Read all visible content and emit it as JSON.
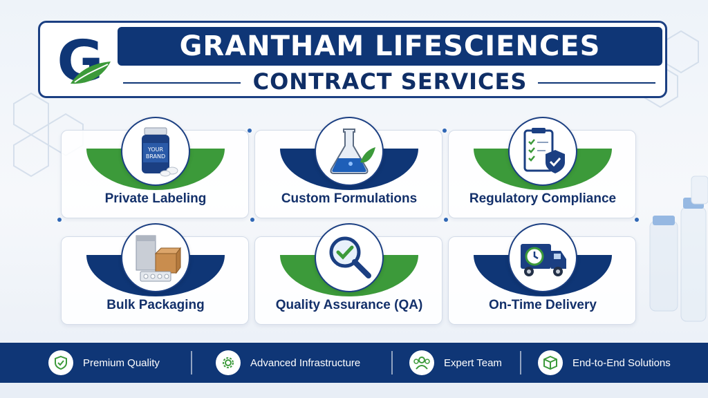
{
  "header": {
    "title": "GRANTHAM LIFESCIENCES",
    "subtitle": "CONTRACT SERVICES",
    "logo_letter": "G"
  },
  "brand": {
    "navy": "#0f3676",
    "green": "#3c9a3a"
  },
  "services": [
    {
      "label": "Private Labeling",
      "icon": "supplement-bottle-icon",
      "bottle_text_1": "YOUR",
      "bottle_text_2": "BRAND"
    },
    {
      "label": "Custom Formulations",
      "icon": "flask-icon"
    },
    {
      "label": "Regulatory Compliance",
      "icon": "clipboard-shield-icon"
    },
    {
      "label": "Bulk Packaging",
      "icon": "package-box-icon"
    },
    {
      "label": "Quality Assurance (QA)",
      "icon": "magnifier-check-icon"
    },
    {
      "label": "On-Time Delivery",
      "icon": "delivery-truck-icon"
    }
  ],
  "footer": [
    {
      "label": "Premium Quality",
      "icon": "shield-check-icon"
    },
    {
      "label": "Advanced Infrastructure",
      "icon": "gear-icon"
    },
    {
      "label": "Expert Team",
      "icon": "team-icon"
    },
    {
      "label": "End-to-End Solutions",
      "icon": "box-icon"
    }
  ]
}
